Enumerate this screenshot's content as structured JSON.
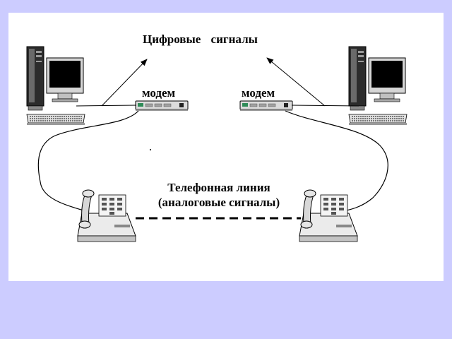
{
  "title": "Цифровые сигналы",
  "modems": {
    "left_label": "модем",
    "right_label": "модем"
  },
  "line": {
    "label_1": "Телефонная линия",
    "label_2": "(аналоговые сигналы)"
  },
  "colors": {
    "background": "#ccccff",
    "slide": "#ffffff",
    "monitor_screen": "#000000",
    "tower": "#303030",
    "modem_led": "#2e8b57"
  },
  "icons": [
    "computer-icon",
    "modem-icon",
    "telephone-icon"
  ]
}
